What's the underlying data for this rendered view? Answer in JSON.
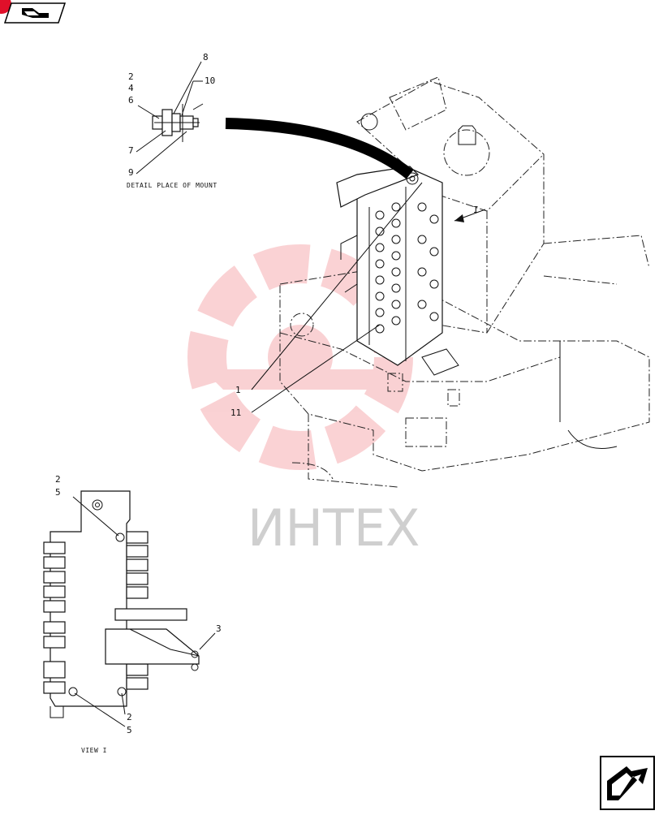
{
  "nav": {
    "prev_icon": "page-back-arrow-icon",
    "next_icon": "page-forward-arrow-icon",
    "badge_color": "#e0102a"
  },
  "watermark": {
    "text": "ИНТЕХ",
    "color": "#e8323c"
  },
  "detail": {
    "caption": "DETAIL PLACE OF MOUNT",
    "labels": [
      "2",
      "4",
      "6",
      "7",
      "9",
      "8",
      "10"
    ]
  },
  "main": {
    "view_marker": "I",
    "labels": [
      "1",
      "11"
    ]
  },
  "view": {
    "caption": "VIEW I",
    "labels": [
      "2",
      "5",
      "3",
      "2",
      "5"
    ]
  }
}
